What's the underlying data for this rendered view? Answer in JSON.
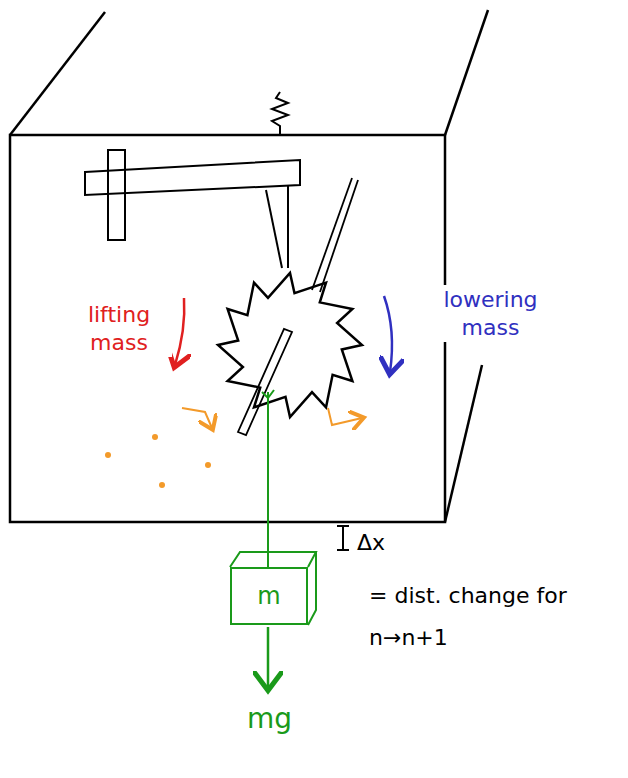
{
  "diagram": {
    "nodes": [
      {
        "text": [
          "m"
        ]
      }
    ],
    "labels": [
      "lifting mass",
      "lowering mass",
      "Δx",
      "= dist. change for n→n+1",
      "mg"
    ]
  }
}
